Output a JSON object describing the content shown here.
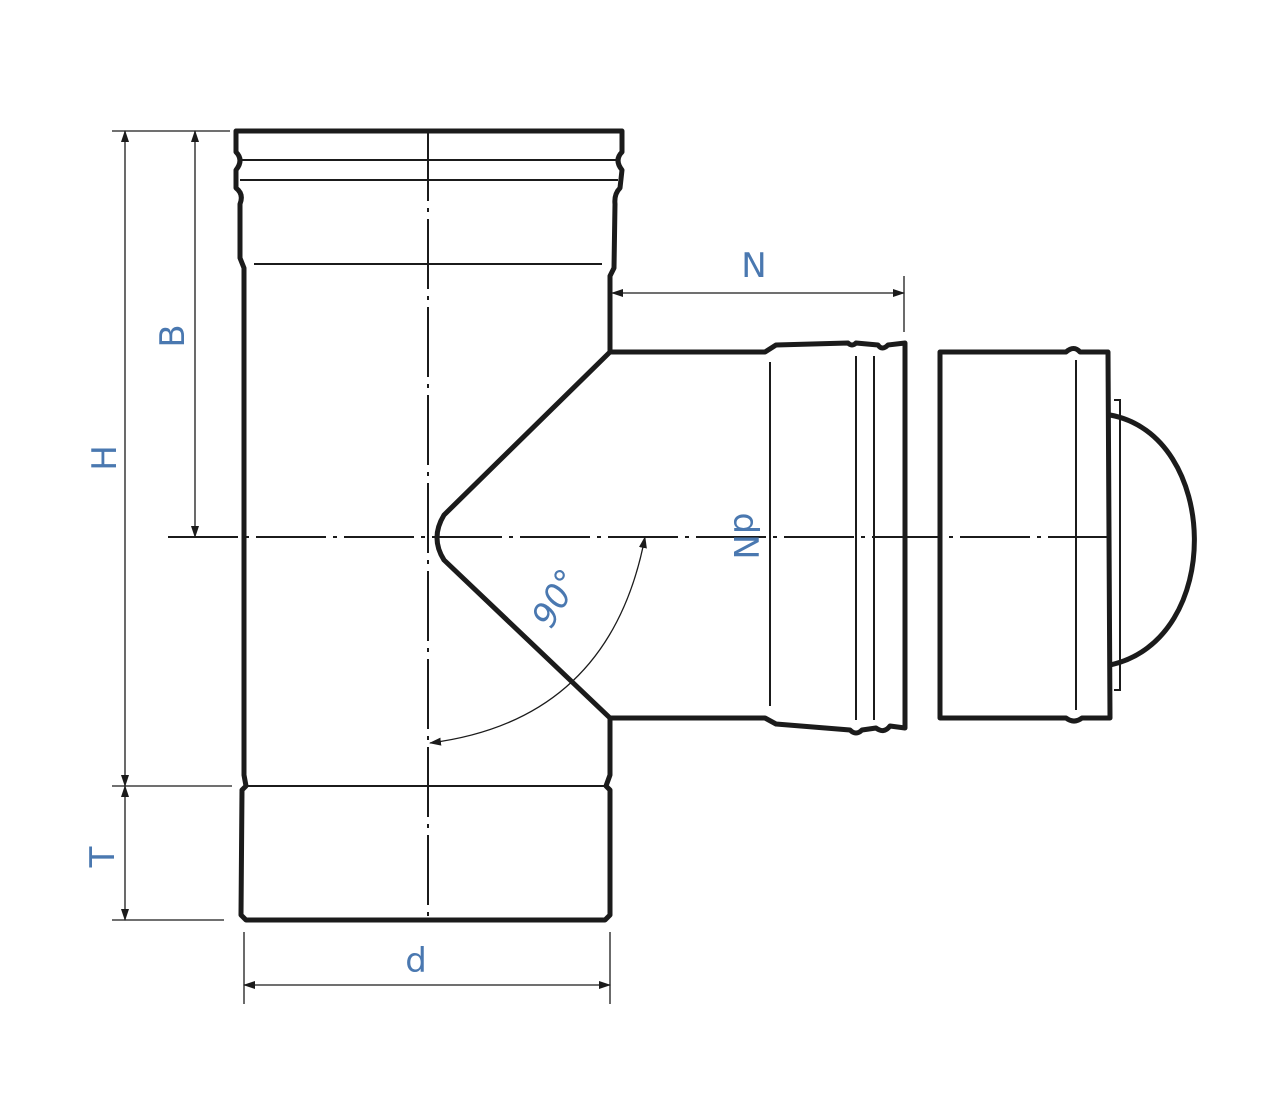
{
  "diagram": {
    "labels": {
      "H": "H",
      "B": "B",
      "T": "T",
      "d": "d",
      "N": "N",
      "dN": "dN",
      "angle": "90°"
    }
  }
}
